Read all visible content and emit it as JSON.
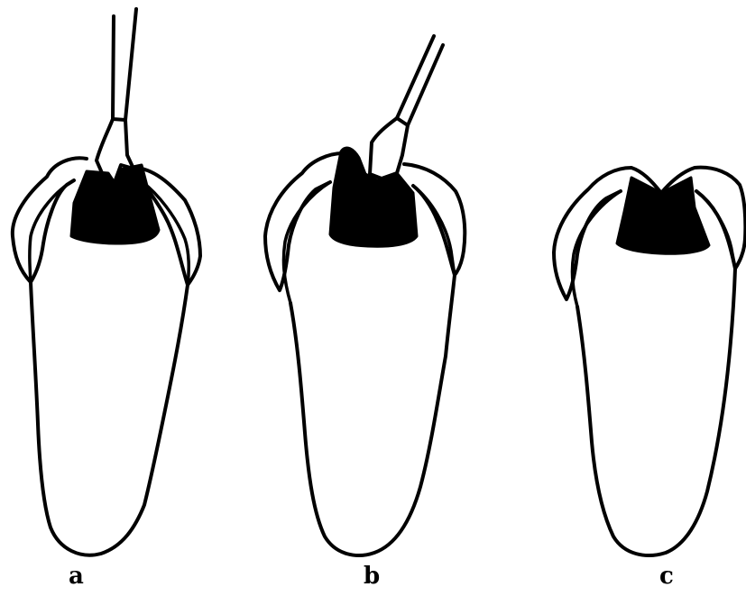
{
  "panels": [
    {
      "label": "a",
      "instrument": "straight-vertical"
    },
    {
      "label": "b",
      "instrument": "angled"
    },
    {
      "label": "c",
      "instrument": "none"
    }
  ],
  "colors": {
    "ink": "#000000",
    "paper": "#ffffff"
  }
}
